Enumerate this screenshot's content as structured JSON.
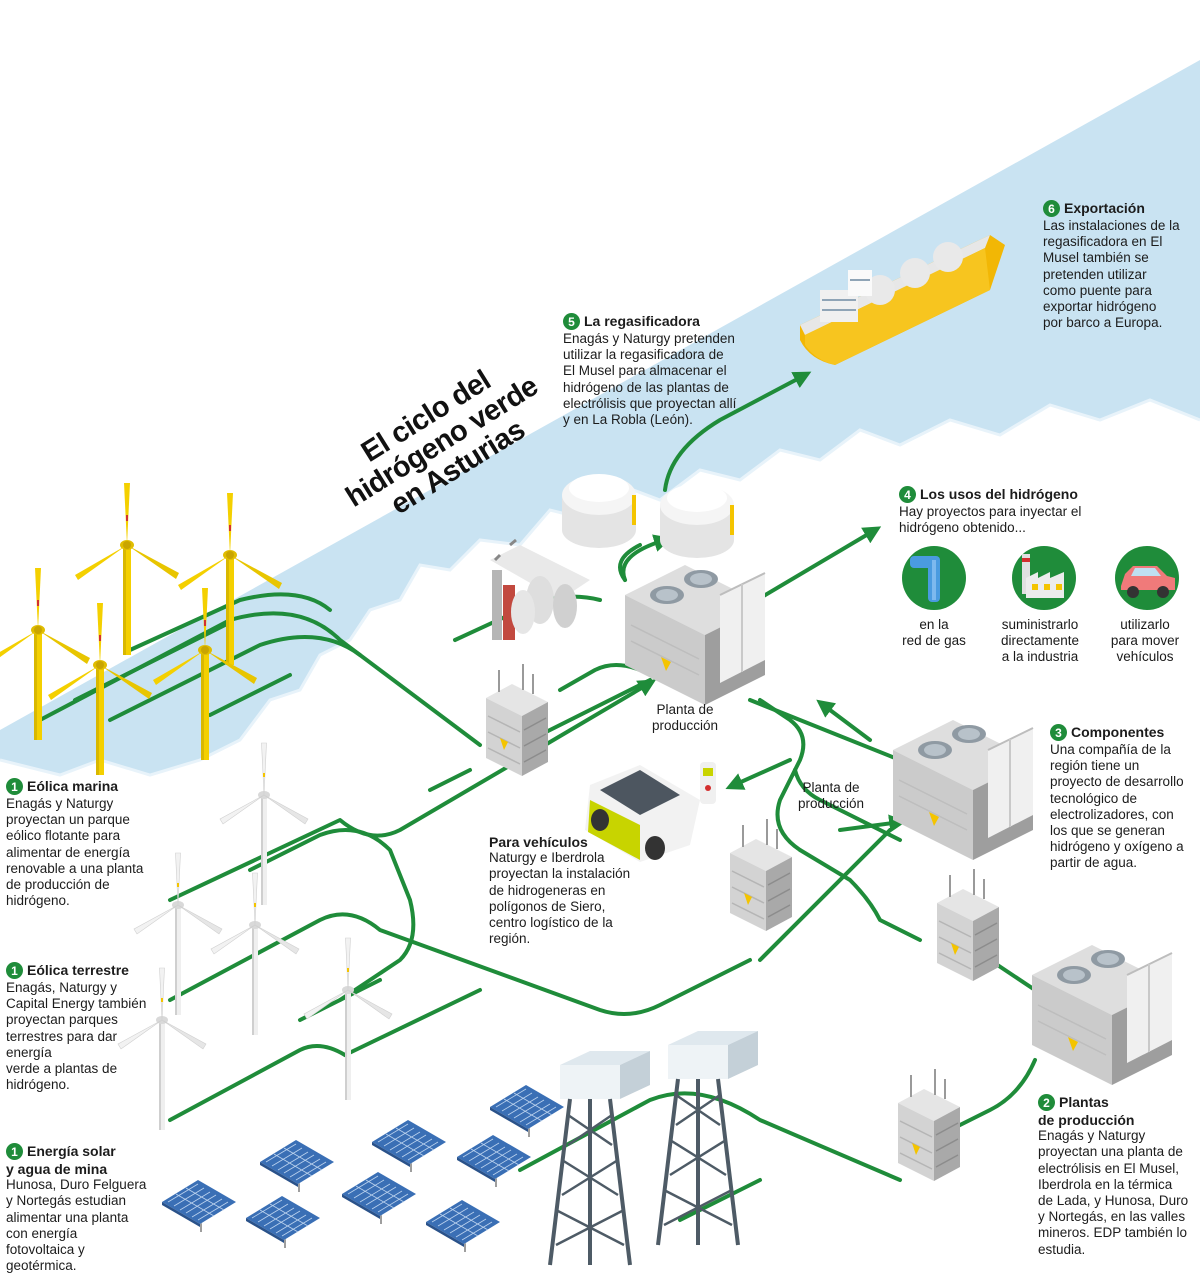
{
  "title": {
    "line1": "El ciclo del",
    "line2": "hidrógeno verde",
    "line3": "en Asturias"
  },
  "colors": {
    "pipe": "#1f8c3a",
    "sea": "#c9e3f2",
    "turbine_offshore": "#f4d000",
    "ship_hull": "#f2b705",
    "badge": "#1f8c3a"
  },
  "sections": {
    "eolica_marina": {
      "number": "1",
      "title": "Eólica marina",
      "lines": [
        "Enagás y Naturgy",
        "proyectan un parque",
        "eólico flotante para",
        "alimentar de energía",
        "renovable a una planta",
        "de producción de",
        "hidrógeno."
      ]
    },
    "eolica_terrestre": {
      "number": "1",
      "title": "Eólica terrestre",
      "lines": [
        "Enagás, Naturgy y",
        "Capital Energy también",
        "proyectan parques",
        "terrestres para dar",
        "energía",
        "verde a plantas de",
        "hidrógeno."
      ]
    },
    "solar": {
      "number": "1",
      "title_line1": "Energía solar",
      "title_line2": "y agua de mina",
      "lines": [
        "Hunosa, Duro Felguera",
        "y Nortegás estudian",
        "alimentar una planta",
        "con energía",
        "fotovoltaica y",
        "geotérmica."
      ]
    },
    "plantas": {
      "number": "2",
      "title_line1": "Plantas",
      "title_line2": "de producción",
      "lines": [
        "Enagás y Naturgy",
        "proyectan una planta de",
        "electrólisis en El Musel,",
        "Iberdrola en la térmica",
        "de Lada, y Hunosa, Duro",
        "y Nortegás, en las valles",
        "mineros. EDP también lo",
        "estudia."
      ]
    },
    "componentes": {
      "number": "3",
      "title": "Componentes",
      "lines": [
        "Una compañía de la",
        "región tiene un",
        "proyecto de desarrollo",
        "tecnológico de",
        "electrolizadores, con",
        "los que se generan",
        "hidrógeno y oxígeno a",
        "partir de agua."
      ]
    },
    "usos": {
      "number": "4",
      "title": "Los usos del hidrógeno",
      "lines": [
        "Hay proyectos para inyectar el",
        "hidrógeno obtenido..."
      ]
    },
    "regasificadora": {
      "number": "5",
      "title": "La regasificadora",
      "lines": [
        "Enagás y Naturgy pretenden",
        "utilizar la regasificadora de",
        "El Musel para almacenar el",
        "hidrógeno de las plantas de",
        "electrólisis que proyectan allí",
        "y en La Robla (León)."
      ]
    },
    "exportacion": {
      "number": "6",
      "title": "Exportación",
      "lines": [
        "Las instalaciones de la",
        "regasificadora en El",
        "Musel también se",
        "pretenden utilizar",
        "como puente para",
        "exportar hidrógeno",
        "por barco a Europa."
      ]
    },
    "vehiculos": {
      "title": "Para vehículos",
      "lines": [
        "Naturgy e Iberdrola",
        "proyectan la instalación",
        "de hidrogeneras en",
        "polígonos de Siero,",
        "centro logístico de la",
        "región."
      ]
    }
  },
  "labels": {
    "planta1": {
      "line1": "Planta de",
      "line2": "producción"
    },
    "planta2": {
      "line1": "Planta de",
      "line2": "producción"
    }
  },
  "uses": [
    {
      "icon": "gas-pipe-icon",
      "line1": "en la",
      "line2": "red de gas",
      "line3": ""
    },
    {
      "icon": "factory-icon",
      "line1": "suministrarlo",
      "line2": "directamente",
      "line3": "a la industria"
    },
    {
      "icon": "car-icon",
      "line1": "utilizarlo",
      "line2": "para mover",
      "line3": "vehículos"
    }
  ]
}
